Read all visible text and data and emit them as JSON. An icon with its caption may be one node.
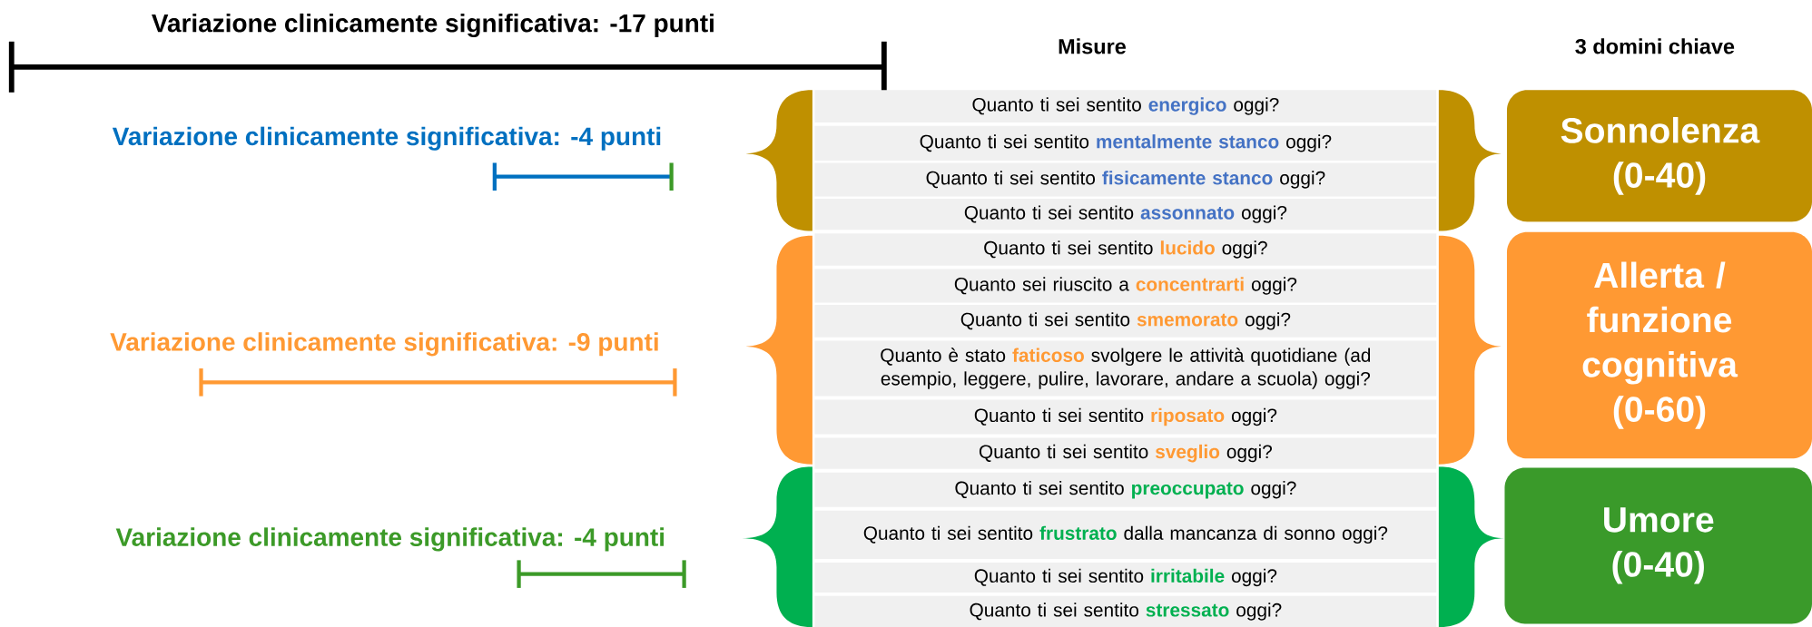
{
  "diagram": {
    "nodes": [
      {
        "text": [
          "Quanto ti sei sentito **energico** oggi?"
        ]
      },
      {
        "text": [
          "Quanto ti sei sentito **mentalmente stanco** oggi?"
        ]
      },
      {
        "text": [
          "Quanto ti sei sentito **fisicamente stanco** oggi?"
        ]
      },
      {
        "text": [
          "Quanto ti sei sentito **assonnato** oggi?"
        ]
      },
      {
        "text": [
          "Quanto ti sei sentito **lucido** oggi?"
        ]
      },
      {
        "text": [
          "Quanto sei riuscito a **concentrarti** oggi?"
        ]
      },
      {
        "text": [
          "Quanto ti sei sentito **smemorato** oggi?"
        ]
      },
      {
        "text": [
          "Quanto è stato **faticoso** svolgere le attività quotidiane (ad esempio, leggere, pulire, lavorare, andare a scuola) oggi?"
        ]
      },
      {
        "text": [
          "Quanto ti sei sentito **riposato** oggi?"
        ]
      },
      {
        "text": [
          "Quanto ti sei sentito **sveglio** oggi?"
        ]
      },
      {
        "text": [
          "Quanto ti sei sentito **preoccupato** oggi?"
        ]
      },
      {
        "text": [
          "Quanto ti sei sentito **frustrato** dalla mancanza di sonno oggi?"
        ]
      },
      {
        "text": [
          "Quanto ti sei sentito **irritabile** oggi?"
        ]
      },
      {
        "text": [
          "Quanto ti sei sentito **stressato** oggi?"
        ]
      },
      {
        "text": [
          "Sonnolenza (0-40)"
        ]
      },
      {
        "text": [
          "Allerta / funzione cognitiva (0-60)"
        ]
      },
      {
        "text": [
          "Umore (0-40)"
        ]
      },
      {
        "text": [],
        "shape": "brace"
      },
      {
        "text": [],
        "shape": "brace"
      },
      {
        "text": [],
        "shape": "brace"
      },
      {
        "text": [],
        "shape": "brace"
      },
      {
        "text": [],
        "shape": "brace"
      },
      {
        "text": [],
        "shape": "brace"
      }
    ],
    "labels": [
      "Variazione clinicamente significativa: -17 punti",
      "Misure",
      "3 domini chiave",
      "Variazione clinicamente significativa: -4 punti",
      "Variazione clinicamente significativa: -9 punti",
      "Variazione clinicamente significativa: -4 punti"
    ]
  }
}
